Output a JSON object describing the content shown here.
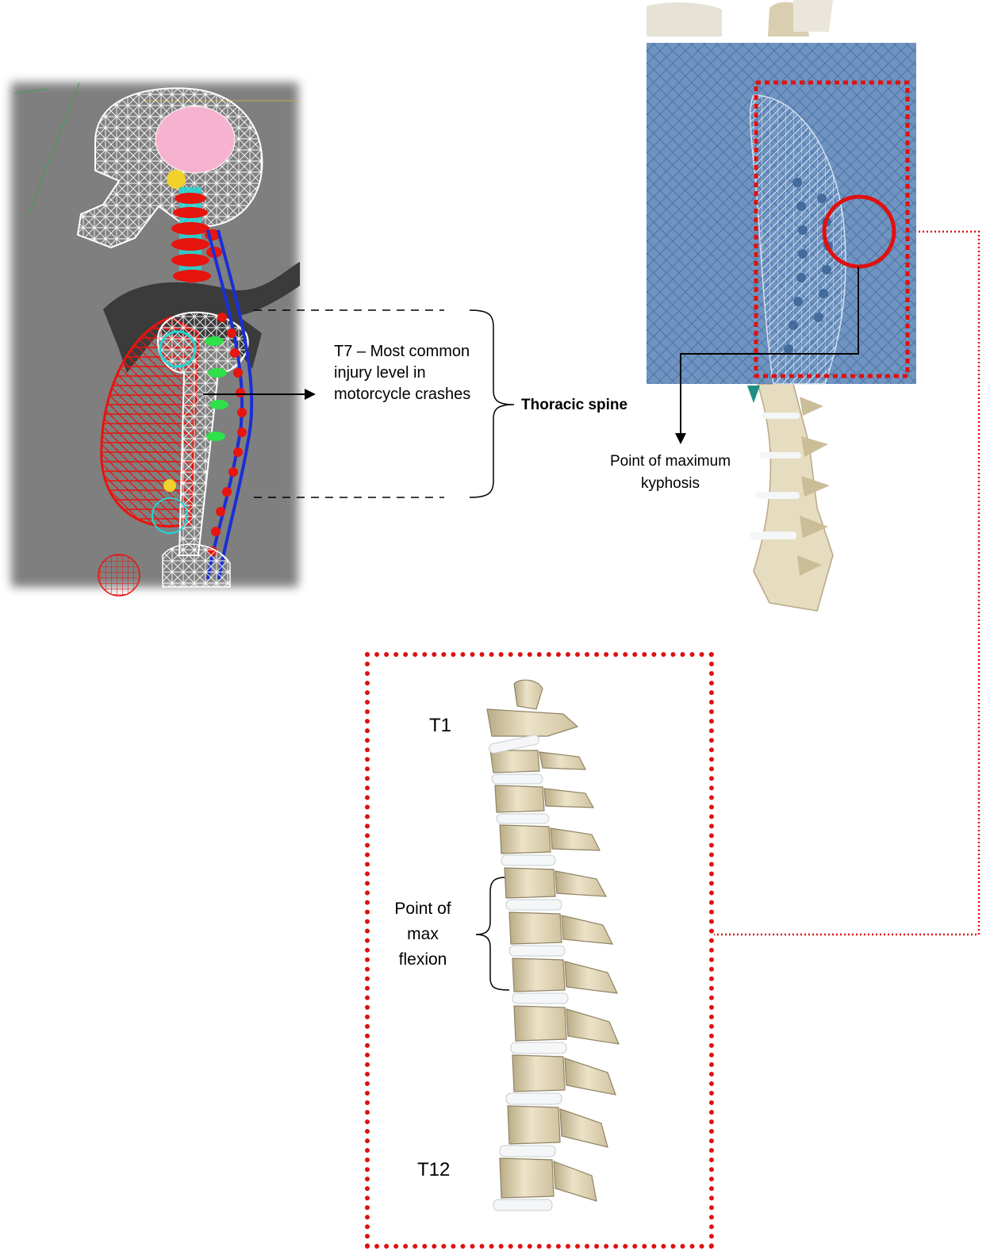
{
  "labels": {
    "t7_note": "T7 – Most common injury level in motorcycle crashes",
    "thoracic_spine": "Thoracic spine",
    "max_kyphosis": "Point of maximum kyphosis",
    "t1": "T1",
    "t12": "T12",
    "max_flexion": "Point of max flexion"
  },
  "colors": {
    "model_background": "#7f7f7f",
    "ribcage": "#e8140e",
    "vertebra_blue": "#1a2fd6",
    "cervical_cyan": "#24d6d6",
    "brain": "#f6b3cf",
    "bone": "#e6dcbf",
    "disc": "#f4f6f7",
    "blue_overlay": "#5b85b8",
    "dashed_red": "#e01010"
  }
}
